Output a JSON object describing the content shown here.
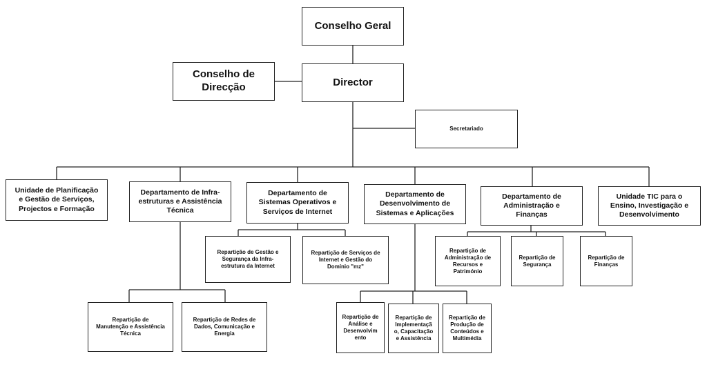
{
  "org_chart": {
    "conselho_geral": "Conselho Geral",
    "conselho_direccao": "Conselho de\nDirecção",
    "director": "Director",
    "secretariado": "Secretariado",
    "departments": {
      "planificacao": "Unidade de Planificação\ne Gestão de Serviços,\nProjectos e Formação",
      "infraestruturas": "Departamento de Infra-\nestruturas e Assistência\nTécnica",
      "sistemas_operativos": "Departamento de\nSistemas Operativos e\nServiços de Internet",
      "desenvolvimento": "Departamento de\nDesenvolvimento de\nSistemas e Aplicações",
      "administracao": "Departamento de\nAdministração e\nFinanças",
      "tic_ensino": "Unidade TIC para o\nEnsino, Investigação e\nDesenvolvimento"
    },
    "reparticoes": {
      "manutencao": "Repartição de\nManutenção e Assistência\nTécnica",
      "redes": "Repartição de Redes de\nDados, Comunicação e\nEnergia",
      "gestao_seguranca": "Repartição de Gestão e\nSegurança da Infra-\nestrutura da Internet",
      "servicos_internet": "Repartição de Serviços de\nInternet e Gestão do\nDomínio \"mz\"",
      "analise": "Repartição de\nAnálise e\nDesenvolvim\nento",
      "implementacao": "Repartição de\nImplementaçã\no, Capacitação\ne Assistência",
      "producao": "Repartição de\nProdução de\nConteúdos e\nMultimédia",
      "recursos": "Repartição de\nAdministração de\nRecursos e\nPatrimónio",
      "seguranca": "Repartição de\nSegurança",
      "financas": "Repartição de\nFinanças"
    }
  }
}
